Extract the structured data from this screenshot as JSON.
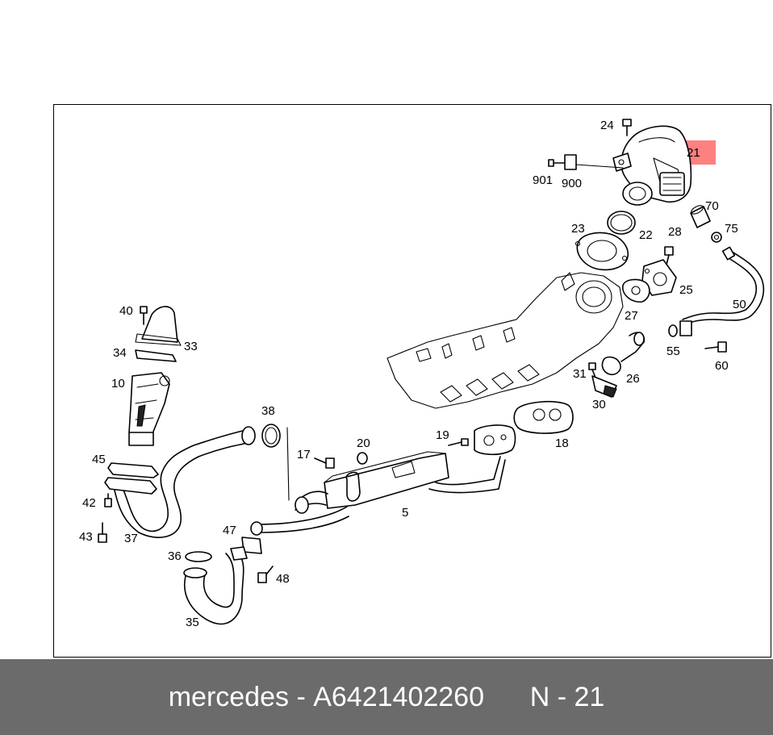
{
  "highlight_color": "#ff8080",
  "footer": {
    "brand": "mercedes",
    "separator": " - ",
    "part_number": "A6421402260",
    "gap": "      ",
    "position_ref": "N - 21"
  },
  "labels": {
    "p21": "21",
    "p24": "24",
    "p901": "901",
    "p900": "900",
    "p70": "70",
    "p75": "75",
    "p23": "23",
    "p22": "22",
    "p28": "28",
    "p25": "25",
    "p27": "27",
    "p50": "50",
    "p55": "55",
    "p60": "60",
    "p26": "26",
    "p31": "31",
    "p30": "30",
    "p40": "40",
    "p33": "33",
    "p34": "34",
    "p10": "10",
    "p38": "38",
    "p20": "20",
    "p19": "19",
    "p18": "18",
    "p17": "17",
    "p45": "45",
    "p42": "42",
    "p43": "43",
    "p37": "37",
    "p5": "5",
    "p47": "47",
    "p36": "36",
    "p48": "48",
    "p35": "35"
  }
}
